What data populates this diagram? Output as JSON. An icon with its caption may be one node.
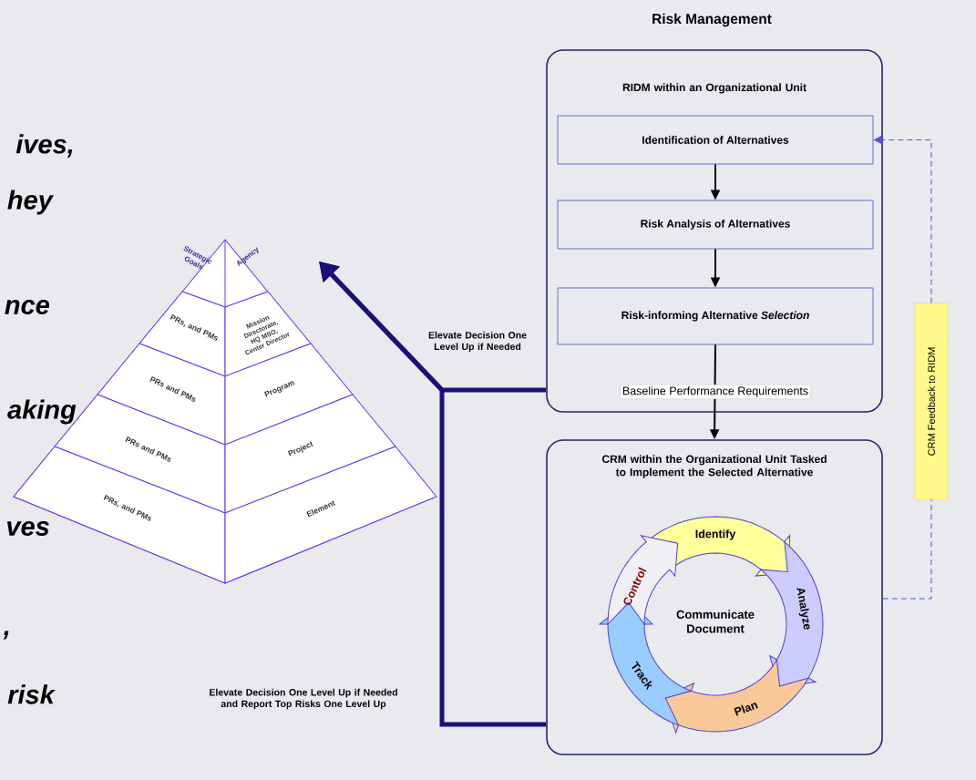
{
  "diagram": {
    "title": "Risk Management",
    "nodes": [
      {
        "text": [],
        "shape": "triangle"
      },
      {
        "text": [
          "PRs, and PMs"
        ],
        "in": 0
      },
      {
        "text": [
          "Mission Directorate, HQ MSO, Center Director"
        ],
        "in": 0
      },
      {
        "text": [
          "PRs and PMs"
        ],
        "in": 0
      },
      {
        "text": [
          "Program"
        ],
        "in": 0
      },
      {
        "text": [
          "PRs and PMs"
        ],
        "in": 0
      },
      {
        "text": [
          "Project"
        ],
        "in": 0
      },
      {
        "text": [
          "PRs, and PMs"
        ],
        "in": 0
      },
      {
        "text": [
          "Element"
        ],
        "in": 0
      },
      {
        "text": [
          "RIDM within an Organizational Unit"
        ]
      },
      {
        "text": [
          "Identification of Alternatives"
        ],
        "in": 9
      },
      {
        "text": [
          "Risk Analysis of Alternatives"
        ],
        "in": 9
      },
      {
        "text": [
          "Risk-informing Alternative *Selection*"
        ],
        "in": 9
      },
      {
        "text": [
          "CRM within the Organizational Unit Tasked to Implement the Selected Alternative"
        ]
      },
      {
        "text": [
          "Identify"
        ],
        "in": 13
      },
      {
        "text": [
          "Analyze"
        ],
        "in": 13
      },
      {
        "text": [
          "Plan"
        ],
        "in": 13
      },
      {
        "text": [
          "Track"
        ],
        "in": 13
      },
      {
        "text": [
          "Control"
        ],
        "in": 13
      },
      {
        "text": [
          "CRM Feedback to RIDM"
        ]
      }
    ],
    "edges": [
      {
        "from": 10,
        "to": 11,
        "arrow": "to"
      },
      {
        "from": 11,
        "to": 12,
        "arrow": "to"
      },
      {
        "from": 12,
        "to": 13,
        "arrow": "to",
        "label": "Baseline Performance Requirements"
      },
      {
        "from": 13,
        "to": 19,
        "arrow": "none",
        "style": "dashed",
        "color": "#5b4fe0"
      },
      {
        "from": 19,
        "to": 10,
        "arrow": "to",
        "style": "dashed",
        "color": "#5b4fe0"
      },
      {
        "from": 9,
        "to": 0,
        "arrow": "to",
        "style": "thick",
        "color": "#1c0f7a",
        "label": "Elevate Decision One Level Up if Needed"
      },
      {
        "from": 13,
        "to": 0,
        "arrow": "to",
        "style": "thick",
        "color": "#1c0f7a",
        "label": "Elevate Decision One Level Up if Needed and Report Top Risks One Level Up"
      }
    ],
    "labels": [
      "ives,",
      "hey",
      "Strategic Goals",
      "Agency",
      "nce",
      "aking",
      "ves",
      "Communicate Document",
      ",",
      "risk"
    ]
  }
}
